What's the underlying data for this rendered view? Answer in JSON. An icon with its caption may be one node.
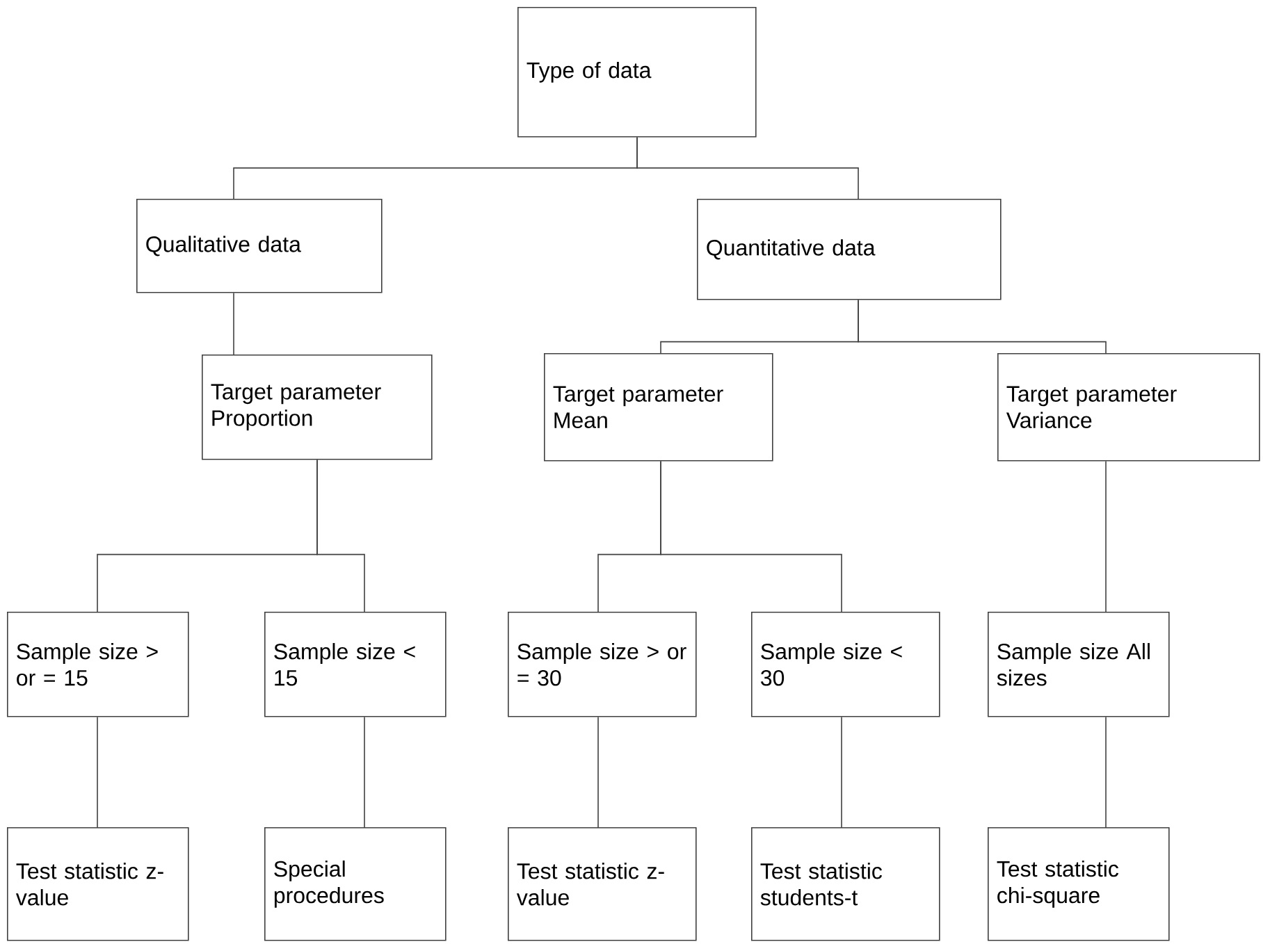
{
  "diagram": {
    "nodes": [
      {
        "text": [
          "Type of data"
        ]
      },
      {
        "text": [
          "Qualitative data"
        ]
      },
      {
        "text": [
          "Quantitative data"
        ]
      },
      {
        "text": [
          "Target parameter Proportion"
        ]
      },
      {
        "text": [
          "Target parameter Mean"
        ]
      },
      {
        "text": [
          "Target parameter Variance"
        ]
      },
      {
        "text": [
          "Sample size > or = 15"
        ]
      },
      {
        "text": [
          "Sample size < 15"
        ]
      },
      {
        "text": [
          "Sample size > or = 30"
        ]
      },
      {
        "text": [
          "Sample size < 30"
        ]
      },
      {
        "text": [
          "Sample size All sizes"
        ]
      },
      {
        "text": [
          "Test statistic z-value"
        ]
      },
      {
        "text": [
          "Special procedures"
        ]
      },
      {
        "text": [
          "Test statistic z-value"
        ]
      },
      {
        "text": [
          "Test statistic students-t"
        ]
      },
      {
        "text": [
          "Test statistic chi-square"
        ]
      }
    ],
    "edges": [
      {
        "from": 0,
        "to": 1,
        "arrow": "none"
      },
      {
        "from": 0,
        "to": 2,
        "arrow": "none"
      },
      {
        "from": 1,
        "to": 3,
        "arrow": "none"
      },
      {
        "from": 2,
        "to": 4,
        "arrow": "none"
      },
      {
        "from": 2,
        "to": 5,
        "arrow": "none"
      },
      {
        "from": 3,
        "to": 6,
        "arrow": "none"
      },
      {
        "from": 3,
        "to": 7,
        "arrow": "none"
      },
      {
        "from": 4,
        "to": 8,
        "arrow": "none"
      },
      {
        "from": 4,
        "to": 9,
        "arrow": "none"
      },
      {
        "from": 5,
        "to": 10,
        "arrow": "none"
      },
      {
        "from": 6,
        "to": 11,
        "arrow": "none"
      },
      {
        "from": 7,
        "to": 12,
        "arrow": "none"
      },
      {
        "from": 8,
        "to": 13,
        "arrow": "none"
      },
      {
        "from": 9,
        "to": 14,
        "arrow": "none"
      },
      {
        "from": 10,
        "to": 15,
        "arrow": "none"
      }
    ]
  }
}
